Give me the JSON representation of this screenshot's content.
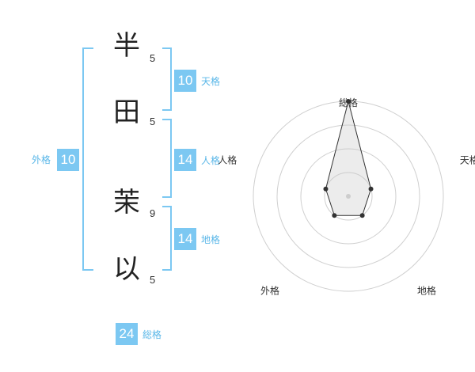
{
  "name": {
    "chars": [
      {
        "char": "半",
        "strokes": "5"
      },
      {
        "char": "田",
        "strokes": "5"
      },
      {
        "char": "茉",
        "strokes": "9"
      },
      {
        "char": "以",
        "strokes": "5"
      }
    ]
  },
  "fortunes": {
    "tenkaku": {
      "value": "10",
      "label": "天格"
    },
    "jinkaku": {
      "value": "14",
      "label": "人格"
    },
    "chikaku": {
      "value": "14",
      "label": "地格"
    },
    "gaikaku": {
      "value": "10",
      "label": "外格"
    },
    "soukaku": {
      "value": "24",
      "label": "総格"
    }
  },
  "colors": {
    "accent": "#7cc8f2",
    "accent_text": "#5ab7e8"
  },
  "chart_data": {
    "type": "radar",
    "axes": [
      "総格",
      "天格",
      "地格",
      "外格",
      "人格"
    ],
    "rings": 4,
    "values": [
      4,
      1,
      1,
      1,
      1
    ],
    "max": 4
  }
}
